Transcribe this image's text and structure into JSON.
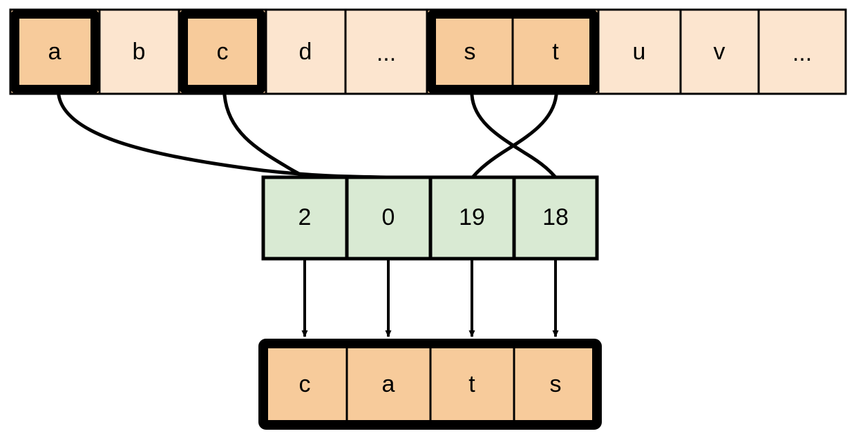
{
  "diagram": {
    "type": "index-lookup-diagram",
    "description": "Alphabet cells map through integer indices to spell a word",
    "colors": {
      "highlight_fill": "#f7cb9b",
      "normal_fill": "#fce5cf",
      "index_fill": "#d9ead3",
      "stroke": "#000000",
      "background": "#ffffff"
    }
  },
  "alphabet_row": {
    "name": "alphabet-row",
    "cells": [
      {
        "label": "a",
        "highlighted": true,
        "grouped": false
      },
      {
        "label": "b",
        "highlighted": false,
        "grouped": false
      },
      {
        "label": "c",
        "highlighted": true,
        "grouped": false
      },
      {
        "label": "d",
        "highlighted": false,
        "grouped": false
      },
      {
        "label": "...",
        "highlighted": false,
        "grouped": false
      },
      {
        "label": "s",
        "highlighted": true,
        "grouped": true
      },
      {
        "label": "t",
        "highlighted": true,
        "grouped": true
      },
      {
        "label": "u",
        "highlighted": false,
        "grouped": false
      },
      {
        "label": "v",
        "highlighted": false,
        "grouped": false
      },
      {
        "label": "...",
        "highlighted": false,
        "grouped": false
      }
    ]
  },
  "index_row": {
    "name": "index-row",
    "cells": [
      {
        "label": "2"
      },
      {
        "label": "0"
      },
      {
        "label": "19"
      },
      {
        "label": "18"
      }
    ]
  },
  "output_row": {
    "name": "output-row",
    "word": "cats",
    "cells": [
      {
        "label": "c"
      },
      {
        "label": "a"
      },
      {
        "label": "t"
      },
      {
        "label": "s"
      }
    ]
  },
  "connections": {
    "curves": [
      {
        "from": "a",
        "to": "0",
        "note": "letter a maps to index value 0"
      },
      {
        "from": "c",
        "to": "2",
        "note": "letter c maps to index value 2"
      },
      {
        "from": "s",
        "to": "18",
        "note": "letter s maps to index value 18"
      },
      {
        "from": "t",
        "to": "19",
        "note": "letter t maps to index value 19"
      }
    ],
    "arrows": [
      {
        "from": "2",
        "to": "c"
      },
      {
        "from": "0",
        "to": "a"
      },
      {
        "from": "19",
        "to": "t"
      },
      {
        "from": "18",
        "to": "s"
      }
    ]
  }
}
